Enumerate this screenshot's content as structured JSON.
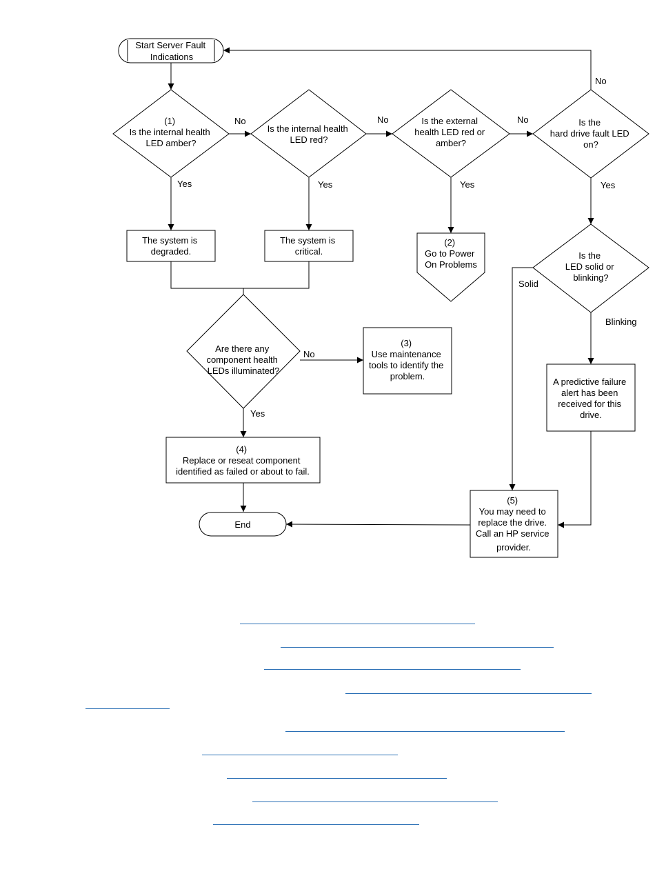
{
  "flowchart": {
    "start": [
      "Start Server Fault",
      "Indications"
    ],
    "decisions": {
      "d1": [
        "(1)",
        "Is the internal health",
        "LED amber?"
      ],
      "d2": [
        "Is the internal health",
        "LED red?"
      ],
      "d3": [
        "Is the external",
        "health LED red or",
        "amber?"
      ],
      "d4": [
        "Is the",
        "hard drive fault LED",
        "on?"
      ],
      "d5": [
        "Is the",
        "LED solid or",
        "blinking?"
      ],
      "d6": [
        "Are there any",
        "component health",
        "LEDs illuminated?"
      ]
    },
    "processes": {
      "degraded": [
        "The system is",
        "degraded."
      ],
      "critical": [
        "The system is",
        "critical."
      ],
      "maintenance": [
        "(3)",
        "Use maintenance",
        "tools to identify the",
        "problem."
      ],
      "replace_component": [
        "(4)",
        "Replace or reseat component",
        "identified as failed or about to fail."
      ],
      "predictive": [
        "A predictive failure",
        "alert has been",
        "received for this",
        "drive."
      ],
      "replace_drive": [
        "(5)",
        "You may need to",
        "replace the drive.",
        "Call an HP service",
        "provider."
      ]
    },
    "offpage": [
      "(2)",
      "Go to Power",
      "On Problems"
    ],
    "end": "End",
    "edge_labels": {
      "no_1": "No",
      "no_2": "No",
      "no_3": "No",
      "no_4": "No",
      "no_5": "No",
      "yes_1": "Yes",
      "yes_2": "Yes",
      "yes_3": "Yes",
      "yes_4": "Yes",
      "yes_5": "Yes",
      "solid": "Solid",
      "blinking": "Blinking"
    }
  },
  "link_colour": "#2a6fb5"
}
